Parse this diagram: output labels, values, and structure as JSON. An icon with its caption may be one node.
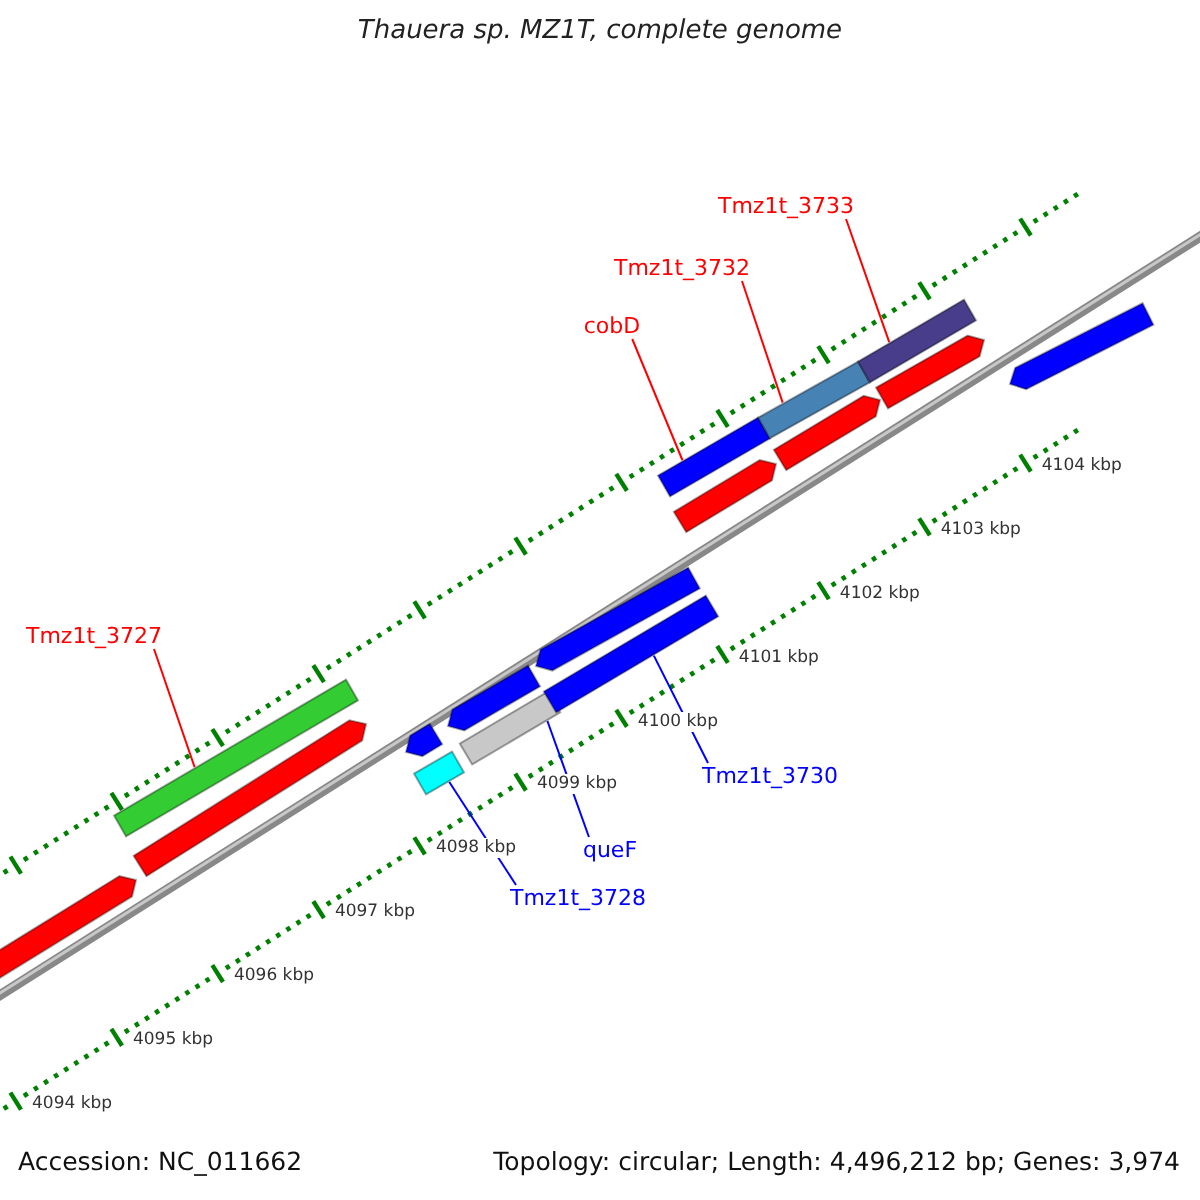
{
  "diagram": {
    "title": "Thauera sp. MZ1T, complete genome",
    "nodes": [
      {
        "text": [
          "Tmz1t_3733"
        ]
      },
      {
        "text": [
          "Tmz1t_3732"
        ]
      },
      {
        "text": [
          "cobD"
        ]
      },
      {
        "text": [
          "Tmz1t_3727"
        ]
      },
      {
        "text": [
          "Tmz1t_3730"
        ]
      },
      {
        "text": [
          "queF"
        ]
      },
      {
        "text": [
          "Tmz1t_3728"
        ]
      },
      {
        "text": [],
        "shape": "bar"
      },
      {
        "text": [],
        "shape": "bar"
      },
      {
        "text": [],
        "shape": "bar"
      },
      {
        "text": [],
        "shape": "bar"
      },
      {
        "text": [],
        "shape": "bar"
      },
      {
        "text": [],
        "shape": "bar"
      },
      {
        "text": [],
        "shape": "bar"
      },
      {
        "text": [],
        "shape": "bar"
      },
      {
        "text": [],
        "shape": "bar"
      },
      {
        "text": [],
        "shape": "bar"
      },
      {
        "text": [],
        "shape": "bar"
      },
      {
        "text": [],
        "shape": "bar"
      },
      {
        "text": [],
        "shape": "bar"
      },
      {
        "text": [],
        "shape": "bar"
      },
      {
        "text": [],
        "shape": "bar"
      },
      {
        "text": [],
        "shape": "bar"
      }
    ],
    "edges": [
      {
        "from": 0,
        "to": 20,
        "arrow": "none"
      },
      {
        "from": 1,
        "to": 18,
        "arrow": "none"
      },
      {
        "from": 2,
        "to": 16,
        "arrow": "none"
      },
      {
        "from": 3,
        "to": 8,
        "arrow": "none"
      },
      {
        "from": 4,
        "to": 15,
        "arrow": "none",
        "color": "#0000ff"
      },
      {
        "from": 5,
        "to": 13,
        "arrow": "none",
        "color": "#0000ff"
      },
      {
        "from": 6,
        "to": 11,
        "arrow": "none",
        "color": "#0000ff"
      }
    ],
    "labels": [
      "4104 kbp",
      "4103 kbp",
      "4102 kbp",
      "4101 kbp",
      "4100 kbp",
      "4099 kbp",
      "4098 kbp",
      "4097 kbp",
      "4096 kbp",
      "4095 kbp",
      "4094 kbp",
      "Accession: NC_011662",
      "Topology: circular; Length: 4,496,212 bp; Genes: 3,974"
    ]
  }
}
